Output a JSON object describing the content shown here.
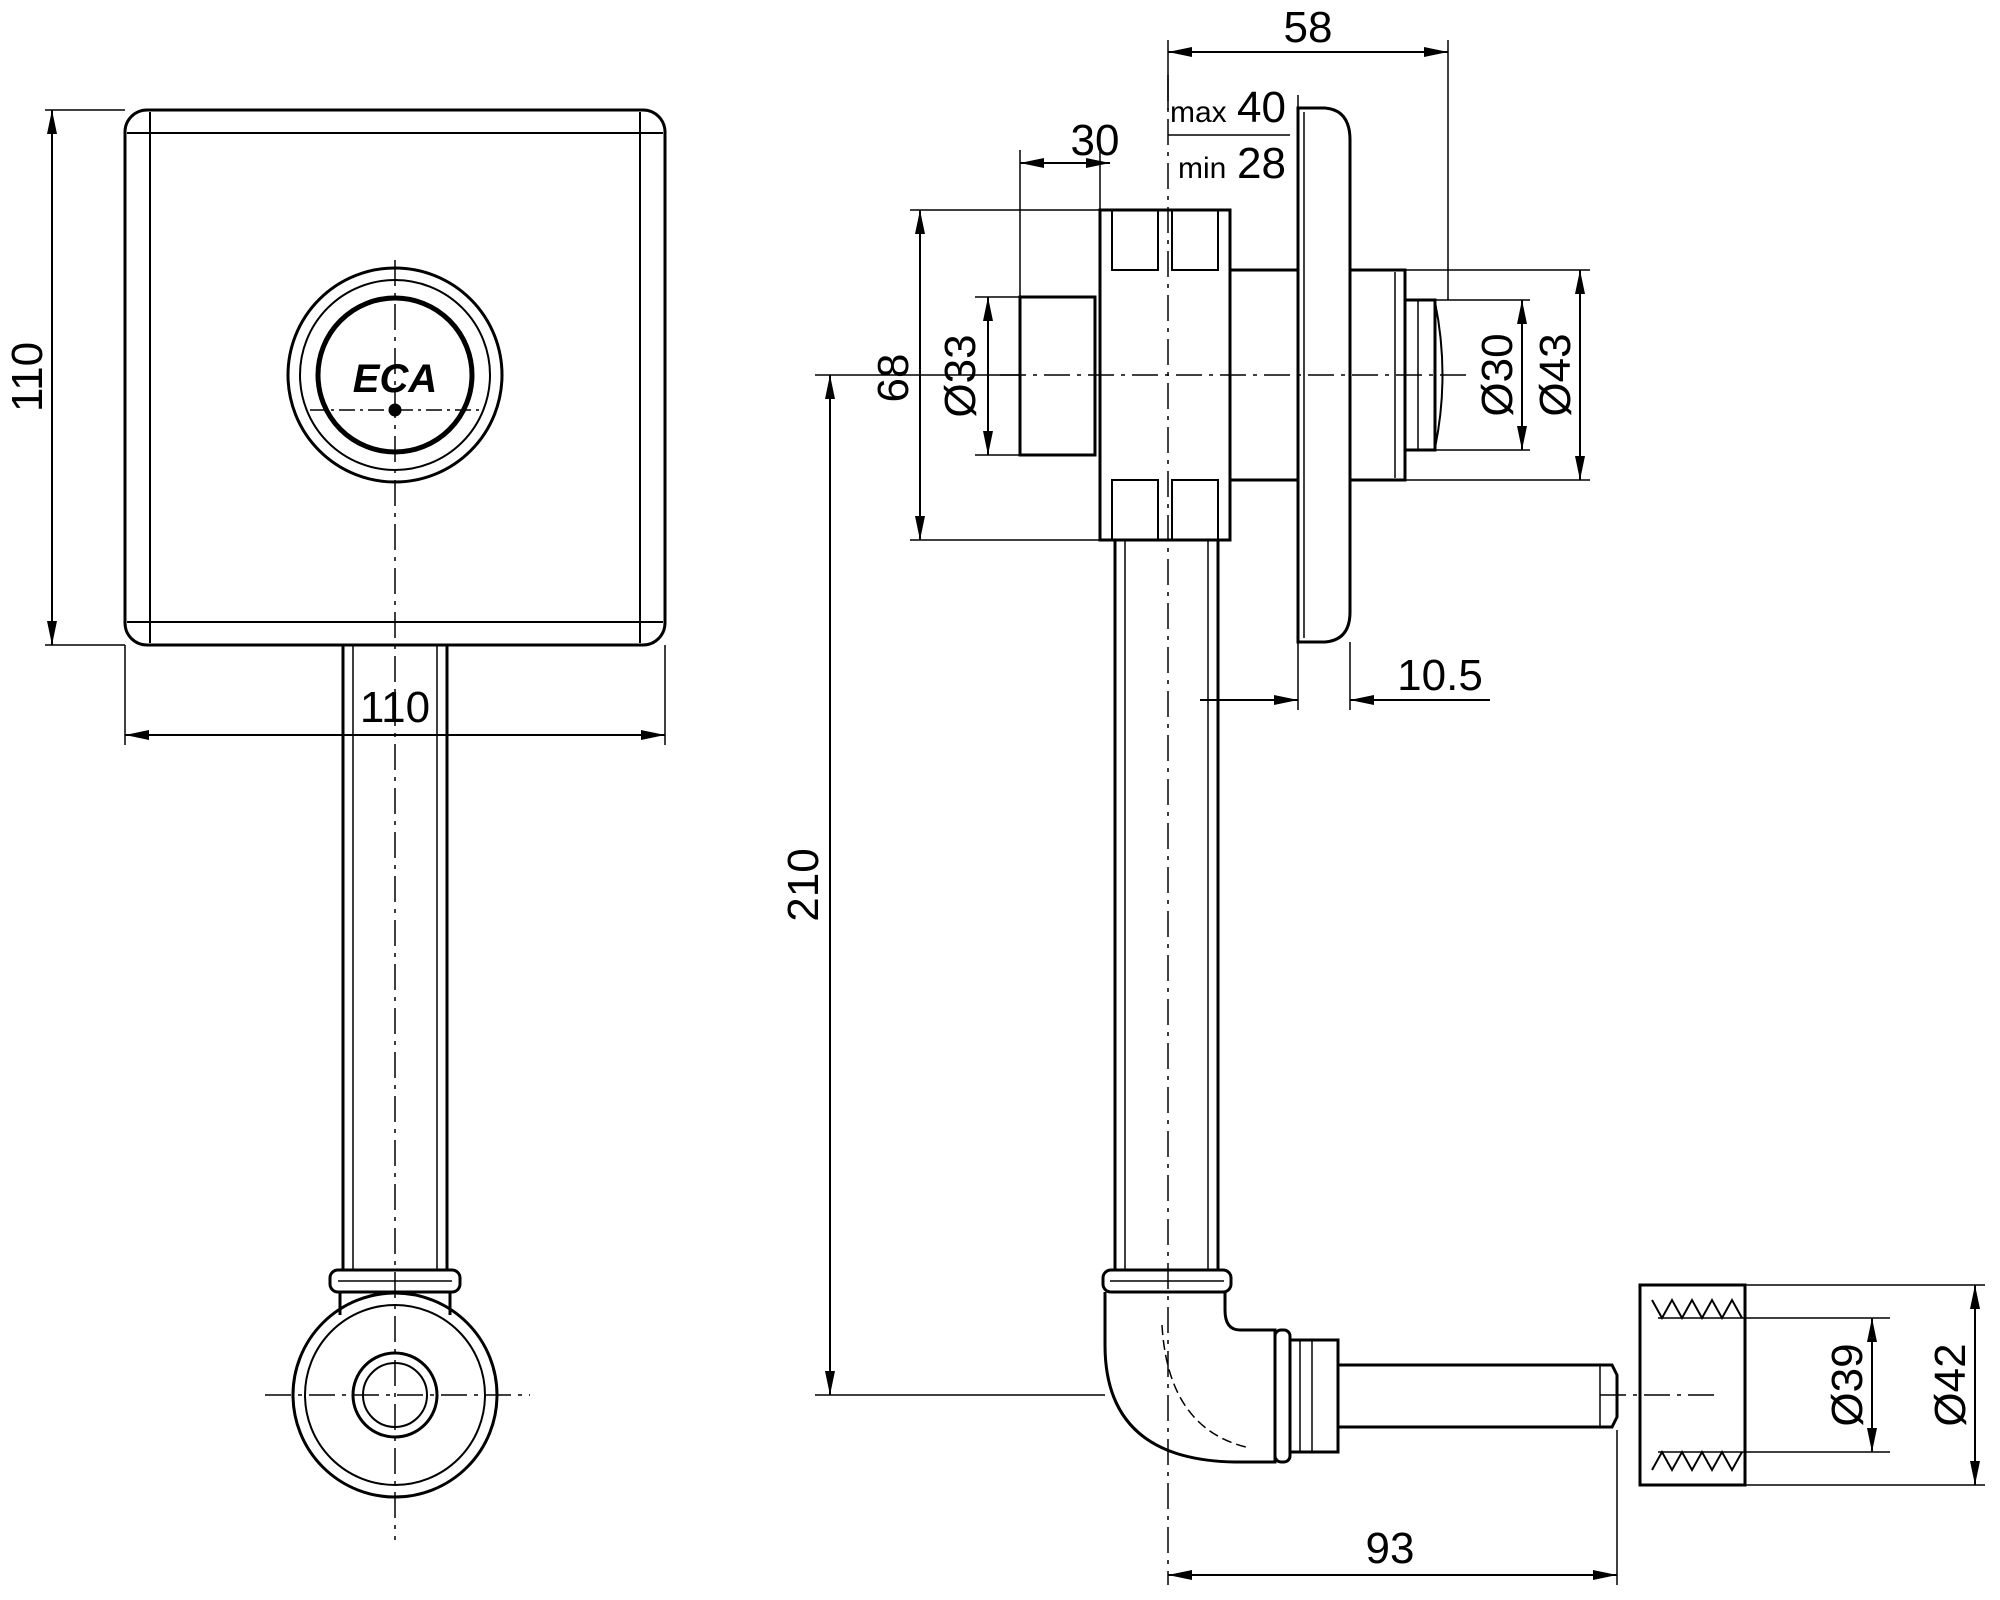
{
  "front_view": {
    "logo_text": "ECA",
    "dims": {
      "height": "110",
      "width": "110"
    }
  },
  "side_view": {
    "dims": {
      "overall_depth": "58",
      "adjust_max_prefix": "max",
      "adjust_max_value": "40",
      "adjust_min_prefix": "min",
      "adjust_min_value": "28",
      "body_depth": "30",
      "body_height": "68",
      "dia_body": "Ø33",
      "dia_button": "Ø30",
      "dia_rosette": "Ø43",
      "plate_offset": "10.5",
      "pipe_length": "210",
      "outlet_length": "93",
      "dia_outlet_inner": "Ø39",
      "dia_outlet_outer": "Ø42"
    }
  }
}
